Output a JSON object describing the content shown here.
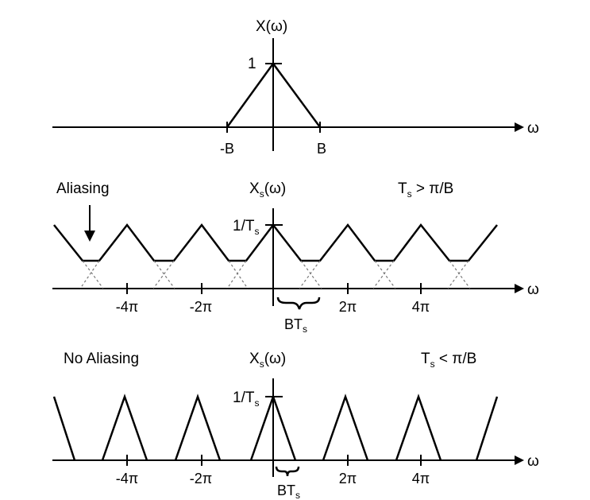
{
  "panels": [
    {
      "id": "continuous",
      "y_axis_label": "X(ω)",
      "peak_label": "1",
      "x_axis_label": "ω",
      "tick_labels": [
        "-B",
        "B"
      ]
    },
    {
      "id": "aliasing",
      "title": "Aliasing",
      "y_axis_label": {
        "main": "X",
        "sub": "s",
        "rest": "(ω)"
      },
      "condition": {
        "main": "T",
        "sub": "s",
        "rest": " > π/B"
      },
      "peak_label": {
        "main": "1/T",
        "sub": "s"
      },
      "x_axis_label": "ω",
      "tick_labels": [
        "-4π",
        "-2π",
        "2π",
        "4π"
      ],
      "bracket_label": {
        "main": "BT",
        "sub": "s"
      }
    },
    {
      "id": "no-aliasing",
      "title": "No Aliasing",
      "y_axis_label": {
        "main": "X",
        "sub": "s",
        "rest": "(ω)"
      },
      "condition": {
        "main": "T",
        "sub": "s",
        "rest": " < π/B"
      },
      "peak_label": {
        "main": "1/T",
        "sub": "s"
      },
      "x_axis_label": "ω",
      "tick_labels": [
        "-4π",
        "-2π",
        "2π",
        "4π"
      ],
      "bracket_label": {
        "main": "BT",
        "sub": "s"
      }
    }
  ]
}
